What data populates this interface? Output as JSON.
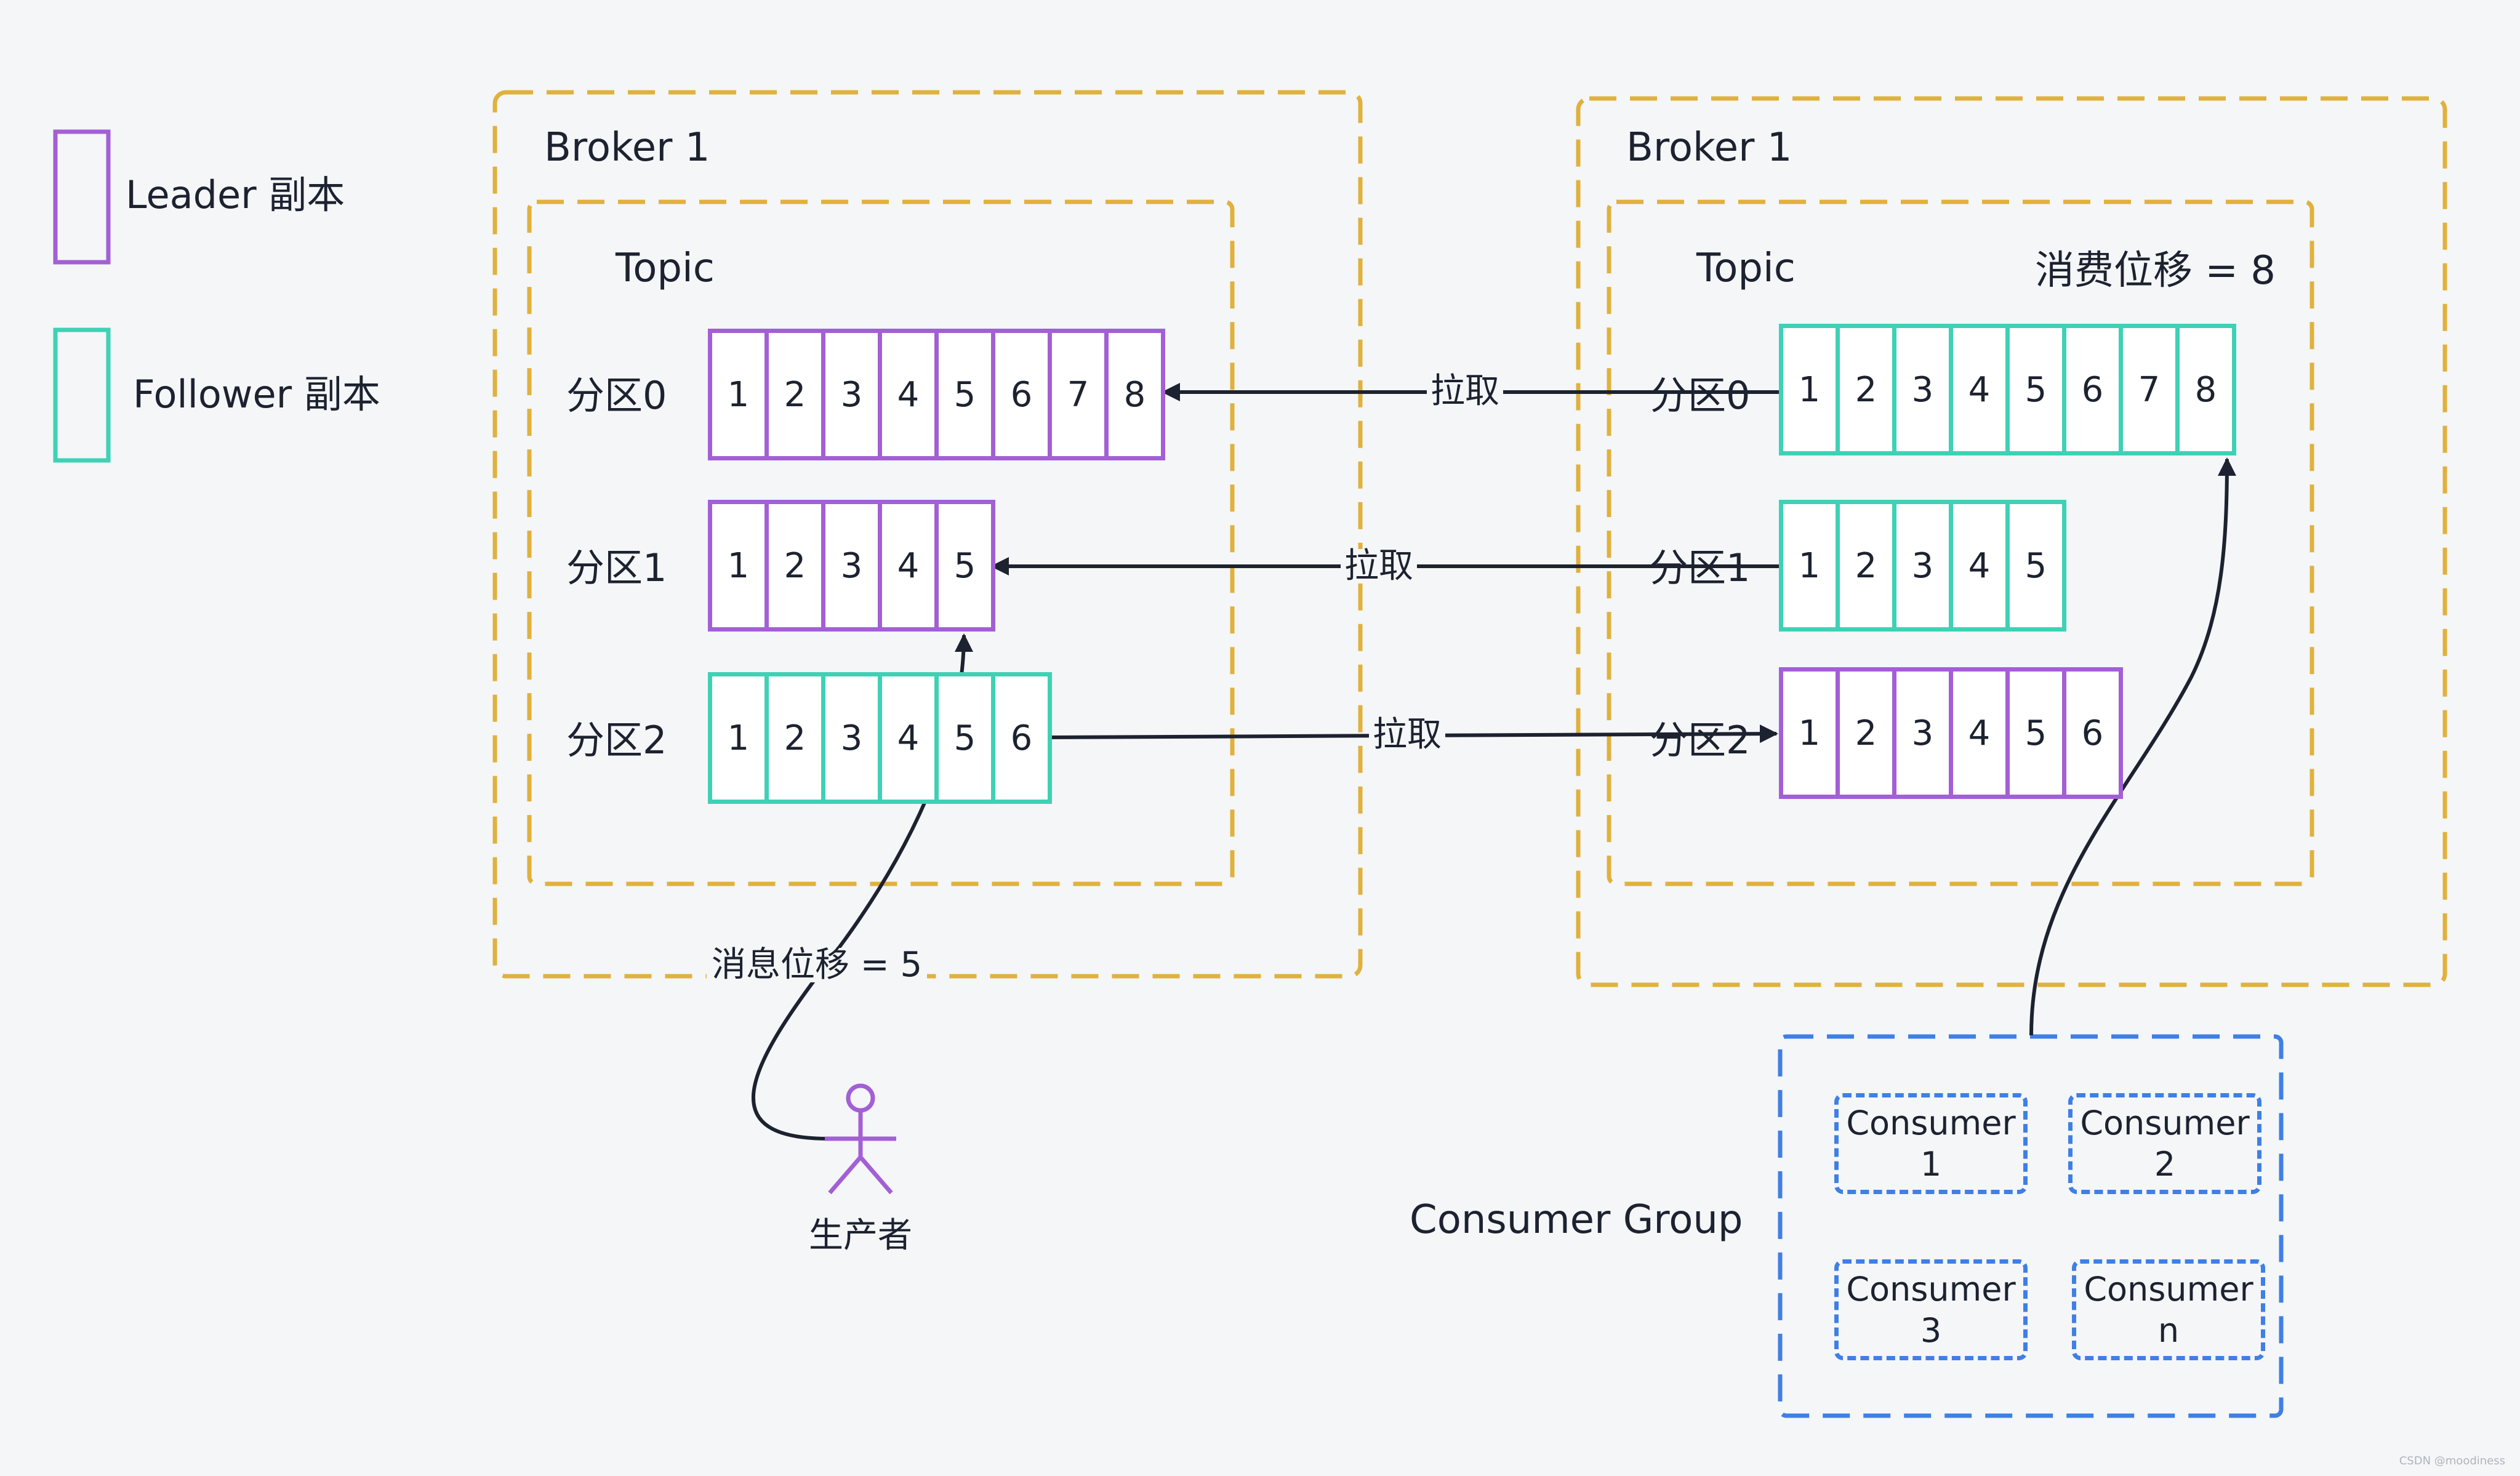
{
  "legend": {
    "leader_label": "Leader 副本",
    "follower_label": "Follower 副本",
    "leader_color": "#a35fd6",
    "follower_color": "#3fd1b5"
  },
  "brokers": [
    {
      "title": "Broker 1",
      "topic": "Topic",
      "consume_offset": "",
      "partitions": [
        {
          "label": "分区0",
          "role": "leader",
          "cells": [
            "1",
            "2",
            "3",
            "4",
            "5",
            "6",
            "7",
            "8"
          ]
        },
        {
          "label": "分区1",
          "role": "leader",
          "cells": [
            "1",
            "2",
            "3",
            "4",
            "5"
          ]
        },
        {
          "label": "分区2",
          "role": "follower",
          "cells": [
            "1",
            "2",
            "3",
            "4",
            "5",
            "6"
          ]
        }
      ]
    },
    {
      "title": "Broker 1",
      "topic": "Topic",
      "consume_offset": "消费位移 = 8",
      "partitions": [
        {
          "label": "分区0",
          "role": "follower",
          "cells": [
            "1",
            "2",
            "3",
            "4",
            "5",
            "6",
            "7",
            "8"
          ]
        },
        {
          "label": "分区1",
          "role": "follower",
          "cells": [
            "1",
            "2",
            "3",
            "4",
            "5"
          ]
        },
        {
          "label": "分区2",
          "role": "leader",
          "cells": [
            "1",
            "2",
            "3",
            "4",
            "5",
            "6"
          ]
        }
      ]
    }
  ],
  "pull_labels": [
    "拉取",
    "拉取",
    "拉取"
  ],
  "producer": {
    "label": "生产者",
    "message_offset": "消息位移 = 5"
  },
  "consumer_group": {
    "label": "Consumer Group",
    "consumers": [
      "Consumer\n1",
      "Consumer\n2",
      "Consumer\n3",
      "Consumer\nn"
    ]
  },
  "watermark": "CSDN @moodiness",
  "colors": {
    "broker_border": "#e0b13c",
    "consumer_border": "#3f7fe6",
    "arrow": "#1d2230",
    "background": "#f4f6f8"
  }
}
